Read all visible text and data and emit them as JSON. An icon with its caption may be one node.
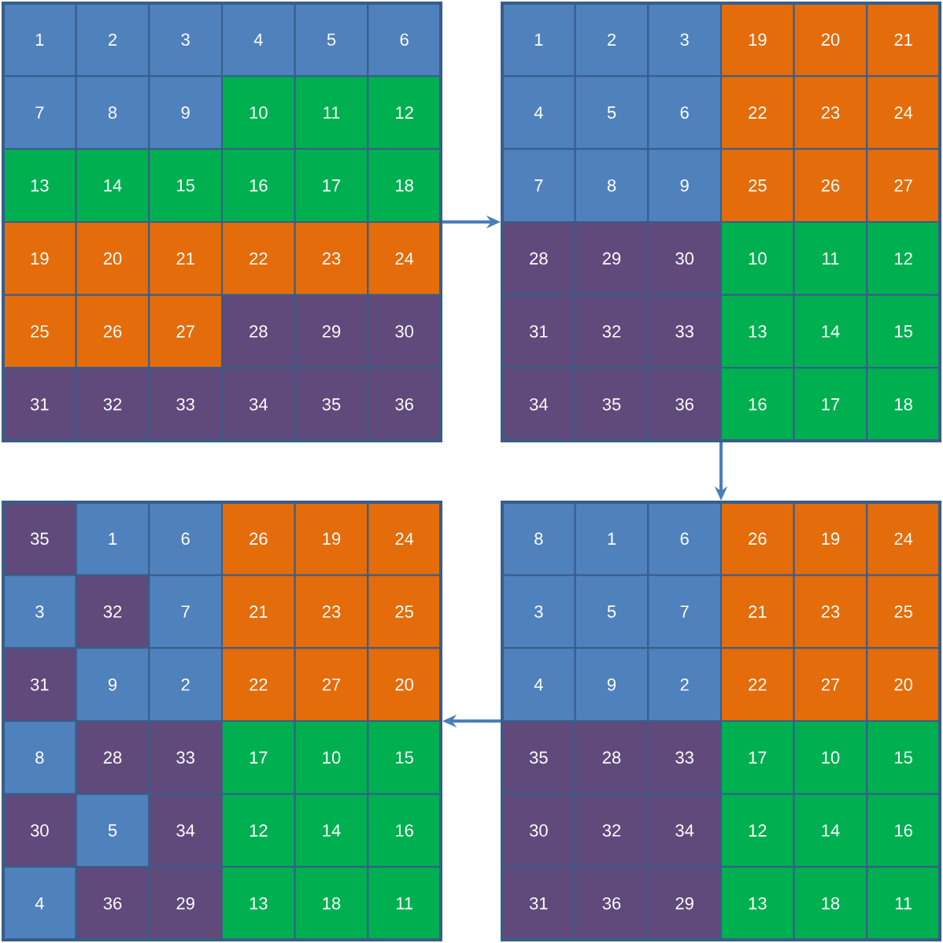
{
  "diagram": {
    "nodes": [
      {
        "text": [],
        "shape": "box"
      },
      {
        "text": [
          "1"
        ],
        "in": 0
      },
      {
        "text": [
          "2"
        ],
        "in": 0
      },
      {
        "text": [
          "3"
        ],
        "in": 0
      },
      {
        "text": [
          "4"
        ],
        "in": 0
      },
      {
        "text": [
          "5"
        ],
        "in": 0
      },
      {
        "text": [
          "6"
        ],
        "in": 0
      },
      {
        "text": [
          "7"
        ],
        "in": 0
      },
      {
        "text": [
          "8"
        ],
        "in": 0
      },
      {
        "text": [
          "9"
        ],
        "in": 0
      },
      {
        "text": [
          "10"
        ],
        "in": 0
      },
      {
        "text": [
          "11"
        ],
        "in": 0
      },
      {
        "text": [
          "12"
        ],
        "in": 0
      },
      {
        "text": [
          "13"
        ],
        "in": 0
      },
      {
        "text": [
          "14"
        ],
        "in": 0
      },
      {
        "text": [
          "15"
        ],
        "in": 0
      },
      {
        "text": [
          "16"
        ],
        "in": 0
      },
      {
        "text": [
          "17"
        ],
        "in": 0
      },
      {
        "text": [
          "18"
        ],
        "in": 0
      },
      {
        "text": [
          "19"
        ],
        "in": 0
      },
      {
        "text": [
          "20"
        ],
        "in": 0
      },
      {
        "text": [
          "21"
        ],
        "in": 0
      },
      {
        "text": [
          "22"
        ],
        "in": 0
      },
      {
        "text": [
          "23"
        ],
        "in": 0
      },
      {
        "text": [
          "24"
        ],
        "in": 0
      },
      {
        "text": [
          "25"
        ],
        "in": 0
      },
      {
        "text": [
          "26"
        ],
        "in": 0
      },
      {
        "text": [
          "27"
        ],
        "in": 0
      },
      {
        "text": [
          "28"
        ],
        "in": 0
      },
      {
        "text": [
          "29"
        ],
        "in": 0
      },
      {
        "text": [
          "30"
        ],
        "in": 0
      },
      {
        "text": [
          "31"
        ],
        "in": 0
      },
      {
        "text": [
          "32"
        ],
        "in": 0
      },
      {
        "text": [
          "33"
        ],
        "in": 0
      },
      {
        "text": [
          "34"
        ],
        "in": 0
      },
      {
        "text": [
          "35"
        ],
        "in": 0
      },
      {
        "text": [
          "36"
        ],
        "in": 0
      },
      {
        "text": [],
        "shape": "box"
      },
      {
        "text": [
          "1"
        ],
        "in": 37
      },
      {
        "text": [
          "2"
        ],
        "in": 37
      },
      {
        "text": [
          "3"
        ],
        "in": 37
      },
      {
        "text": [
          "19"
        ],
        "in": 37
      },
      {
        "text": [
          "20"
        ],
        "in": 37
      },
      {
        "text": [
          "21"
        ],
        "in": 37
      },
      {
        "text": [
          "4"
        ],
        "in": 37
      },
      {
        "text": [
          "5"
        ],
        "in": 37
      },
      {
        "text": [
          "6"
        ],
        "in": 37
      },
      {
        "text": [
          "22"
        ],
        "in": 37
      },
      {
        "text": [
          "23"
        ],
        "in": 37
      },
      {
        "text": [
          "24"
        ],
        "in": 37
      },
      {
        "text": [
          "7"
        ],
        "in": 37
      },
      {
        "text": [
          "8"
        ],
        "in": 37
      },
      {
        "text": [
          "9"
        ],
        "in": 37
      },
      {
        "text": [
          "25"
        ],
        "in": 37
      },
      {
        "text": [
          "26"
        ],
        "in": 37
      },
      {
        "text": [
          "27"
        ],
        "in": 37
      },
      {
        "text": [
          "28"
        ],
        "in": 37
      },
      {
        "text": [
          "29"
        ],
        "in": 37
      },
      {
        "text": [
          "30"
        ],
        "in": 37
      },
      {
        "text": [
          "10"
        ],
        "in": 37
      },
      {
        "text": [
          "11"
        ],
        "in": 37
      },
      {
        "text": [
          "12"
        ],
        "in": 37
      },
      {
        "text": [
          "31"
        ],
        "in": 37
      },
      {
        "text": [
          "32"
        ],
        "in": 37
      },
      {
        "text": [
          "33"
        ],
        "in": 37
      },
      {
        "text": [
          "13"
        ],
        "in": 37
      },
      {
        "text": [
          "14"
        ],
        "in": 37
      },
      {
        "text": [
          "15"
        ],
        "in": 37
      },
      {
        "text": [
          "34"
        ],
        "in": 37
      },
      {
        "text": [
          "35"
        ],
        "in": 37
      },
      {
        "text": [
          "36"
        ],
        "in": 37
      },
      {
        "text": [
          "16"
        ],
        "in": 37
      },
      {
        "text": [
          "17"
        ],
        "in": 37
      },
      {
        "text": [
          "18"
        ],
        "in": 37
      },
      {
        "text": [],
        "shape": "box"
      },
      {
        "text": [
          "35"
        ],
        "in": 74
      },
      {
        "text": [
          "1"
        ],
        "in": 74
      },
      {
        "text": [
          "6"
        ],
        "in": 74
      },
      {
        "text": [
          "26"
        ],
        "in": 74
      },
      {
        "text": [
          "19"
        ],
        "in": 74
      },
      {
        "text": [
          "24"
        ],
        "in": 74
      },
      {
        "text": [
          "3"
        ],
        "in": 74
      },
      {
        "text": [
          "32"
        ],
        "in": 74
      },
      {
        "text": [
          "7"
        ],
        "in": 74
      },
      {
        "text": [
          "21"
        ],
        "in": 74
      },
      {
        "text": [
          "23"
        ],
        "in": 74
      },
      {
        "text": [
          "25"
        ],
        "in": 74
      },
      {
        "text": [
          "31"
        ],
        "in": 74
      },
      {
        "text": [
          "9"
        ],
        "in": 74
      },
      {
        "text": [
          "2"
        ],
        "in": 74
      },
      {
        "text": [
          "22"
        ],
        "in": 74
      },
      {
        "text": [
          "27"
        ],
        "in": 74
      },
      {
        "text": [
          "20"
        ],
        "in": 74
      },
      {
        "text": [
          "8"
        ],
        "in": 74
      },
      {
        "text": [
          "28"
        ],
        "in": 74
      },
      {
        "text": [
          "33"
        ],
        "in": 74
      },
      {
        "text": [
          "17"
        ],
        "in": 74
      },
      {
        "text": [
          "10"
        ],
        "in": 74
      },
      {
        "text": [
          "15"
        ],
        "in": 74
      },
      {
        "text": [
          "30"
        ],
        "in": 74
      },
      {
        "text": [
          "5"
        ],
        "in": 74
      },
      {
        "text": [
          "34"
        ],
        "in": 74
      },
      {
        "text": [
          "12"
        ],
        "in": 74
      },
      {
        "text": [
          "14"
        ],
        "in": 74
      },
      {
        "text": [
          "16"
        ],
        "in": 74
      },
      {
        "text": [
          "4"
        ],
        "in": 74
      },
      {
        "text": [
          "36"
        ],
        "in": 74
      },
      {
        "text": [
          "29"
        ],
        "in": 74
      },
      {
        "text": [
          "13"
        ],
        "in": 74
      },
      {
        "text": [
          "18"
        ],
        "in": 74
      },
      {
        "text": [
          "11"
        ],
        "in": 74
      },
      {
        "text": [],
        "shape": "box"
      },
      {
        "text": [
          "8"
        ],
        "in": 111
      },
      {
        "text": [
          "1"
        ],
        "in": 111
      },
      {
        "text": [
          "6"
        ],
        "in": 111
      },
      {
        "text": [
          "26"
        ],
        "in": 111
      },
      {
        "text": [
          "19"
        ],
        "in": 111
      },
      {
        "text": [
          "24"
        ],
        "in": 111
      },
      {
        "text": [
          "3"
        ],
        "in": 111
      },
      {
        "text": [
          "5"
        ],
        "in": 111
      },
      {
        "text": [
          "7"
        ],
        "in": 111
      },
      {
        "text": [
          "21"
        ],
        "in": 111
      },
      {
        "text": [
          "23"
        ],
        "in": 111
      },
      {
        "text": [
          "25"
        ],
        "in": 111
      },
      {
        "text": [
          "4"
        ],
        "in": 111
      },
      {
        "text": [
          "9"
        ],
        "in": 111
      },
      {
        "text": [
          "2"
        ],
        "in": 111
      },
      {
        "text": [
          "22"
        ],
        "in": 111
      },
      {
        "text": [
          "27"
        ],
        "in": 111
      },
      {
        "text": [
          "20"
        ],
        "in": 111
      },
      {
        "text": [
          "35"
        ],
        "in": 111
      },
      {
        "text": [
          "28"
        ],
        "in": 111
      },
      {
        "text": [
          "33"
        ],
        "in": 111
      },
      {
        "text": [
          "17"
        ],
        "in": 111
      },
      {
        "text": [
          "10"
        ],
        "in": 111
      },
      {
        "text": [
          "15"
        ],
        "in": 111
      },
      {
        "text": [
          "30"
        ],
        "in": 111
      },
      {
        "text": [
          "32"
        ],
        "in": 111
      },
      {
        "text": [
          "34"
        ],
        "in": 111
      },
      {
        "text": [
          "12"
        ],
        "in": 111
      },
      {
        "text": [
          "14"
        ],
        "in": 111
      },
      {
        "text": [
          "16"
        ],
        "in": 111
      },
      {
        "text": [
          "31"
        ],
        "in": 111
      },
      {
        "text": [
          "36"
        ],
        "in": 111
      },
      {
        "text": [
          "29"
        ],
        "in": 111
      },
      {
        "text": [
          "13"
        ],
        "in": 111
      },
      {
        "text": [
          "18"
        ],
        "in": 111
      },
      {
        "text": [
          "11"
        ],
        "in": 111
      }
    ],
    "edges": [
      {
        "from": 0,
        "to": 37,
        "arrow": "to"
      },
      {
        "from": 37,
        "to": 111,
        "arrow": "to"
      },
      {
        "from": 111,
        "to": 74,
        "arrow": "to"
      }
    ]
  }
}
